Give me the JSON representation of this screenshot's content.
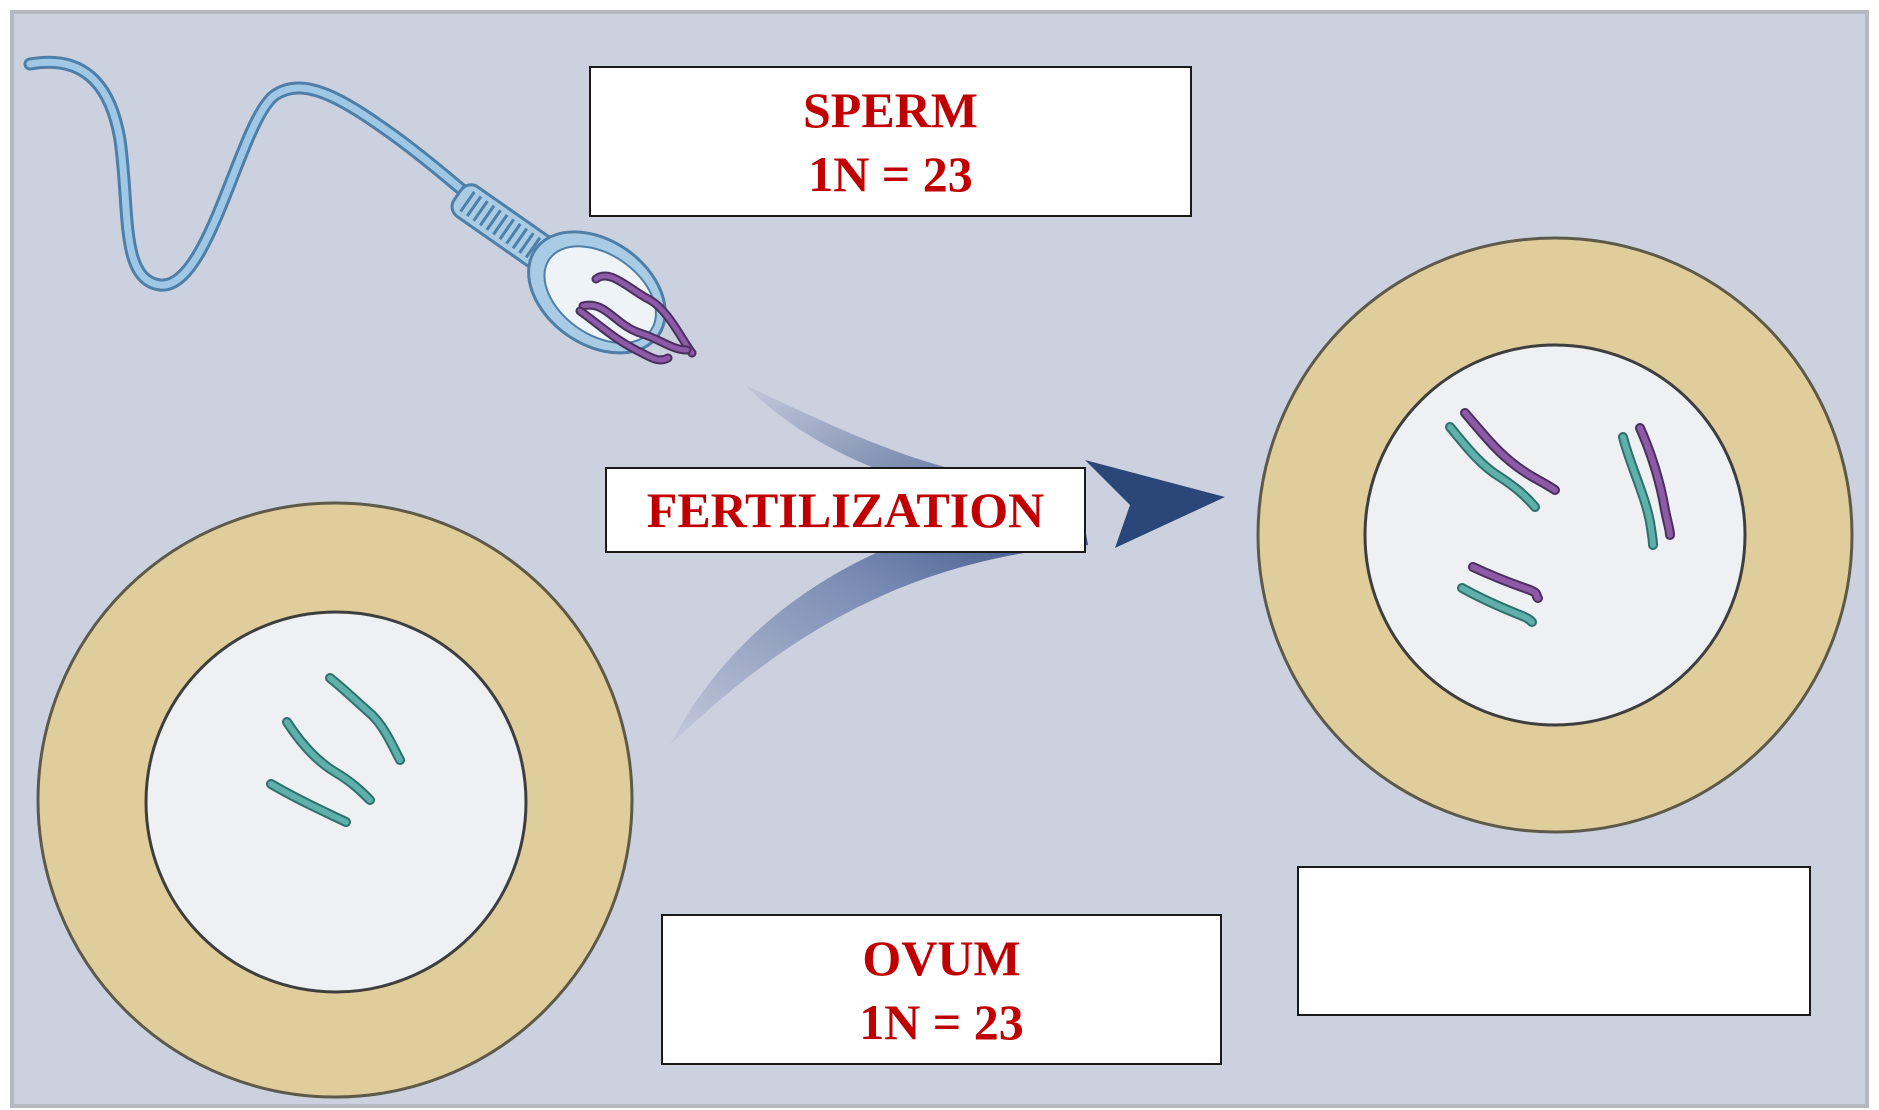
{
  "labels": {
    "sperm": {
      "title": "SPERM",
      "count": "1N = 23"
    },
    "fertilization": {
      "title": "FERTILIZATION"
    },
    "ovum": {
      "title": "OVUM",
      "count": "1N = 23"
    },
    "zygote": {
      "title": "",
      "count": ""
    }
  },
  "colors": {
    "background": "#ccd1e0",
    "label_text": "#c00000",
    "cell_cytoplasm": "#e0cd9c",
    "nucleus": "#eef0f3",
    "sperm_body": "#8fb9dc",
    "arrow": "#2f4a83",
    "chromosome_purple": "#7d4a95",
    "chromosome_teal": "#4a9a96"
  },
  "icons": [
    "sperm-cell",
    "ovum-cell",
    "zygote-cell",
    "fertilization-arrow"
  ]
}
